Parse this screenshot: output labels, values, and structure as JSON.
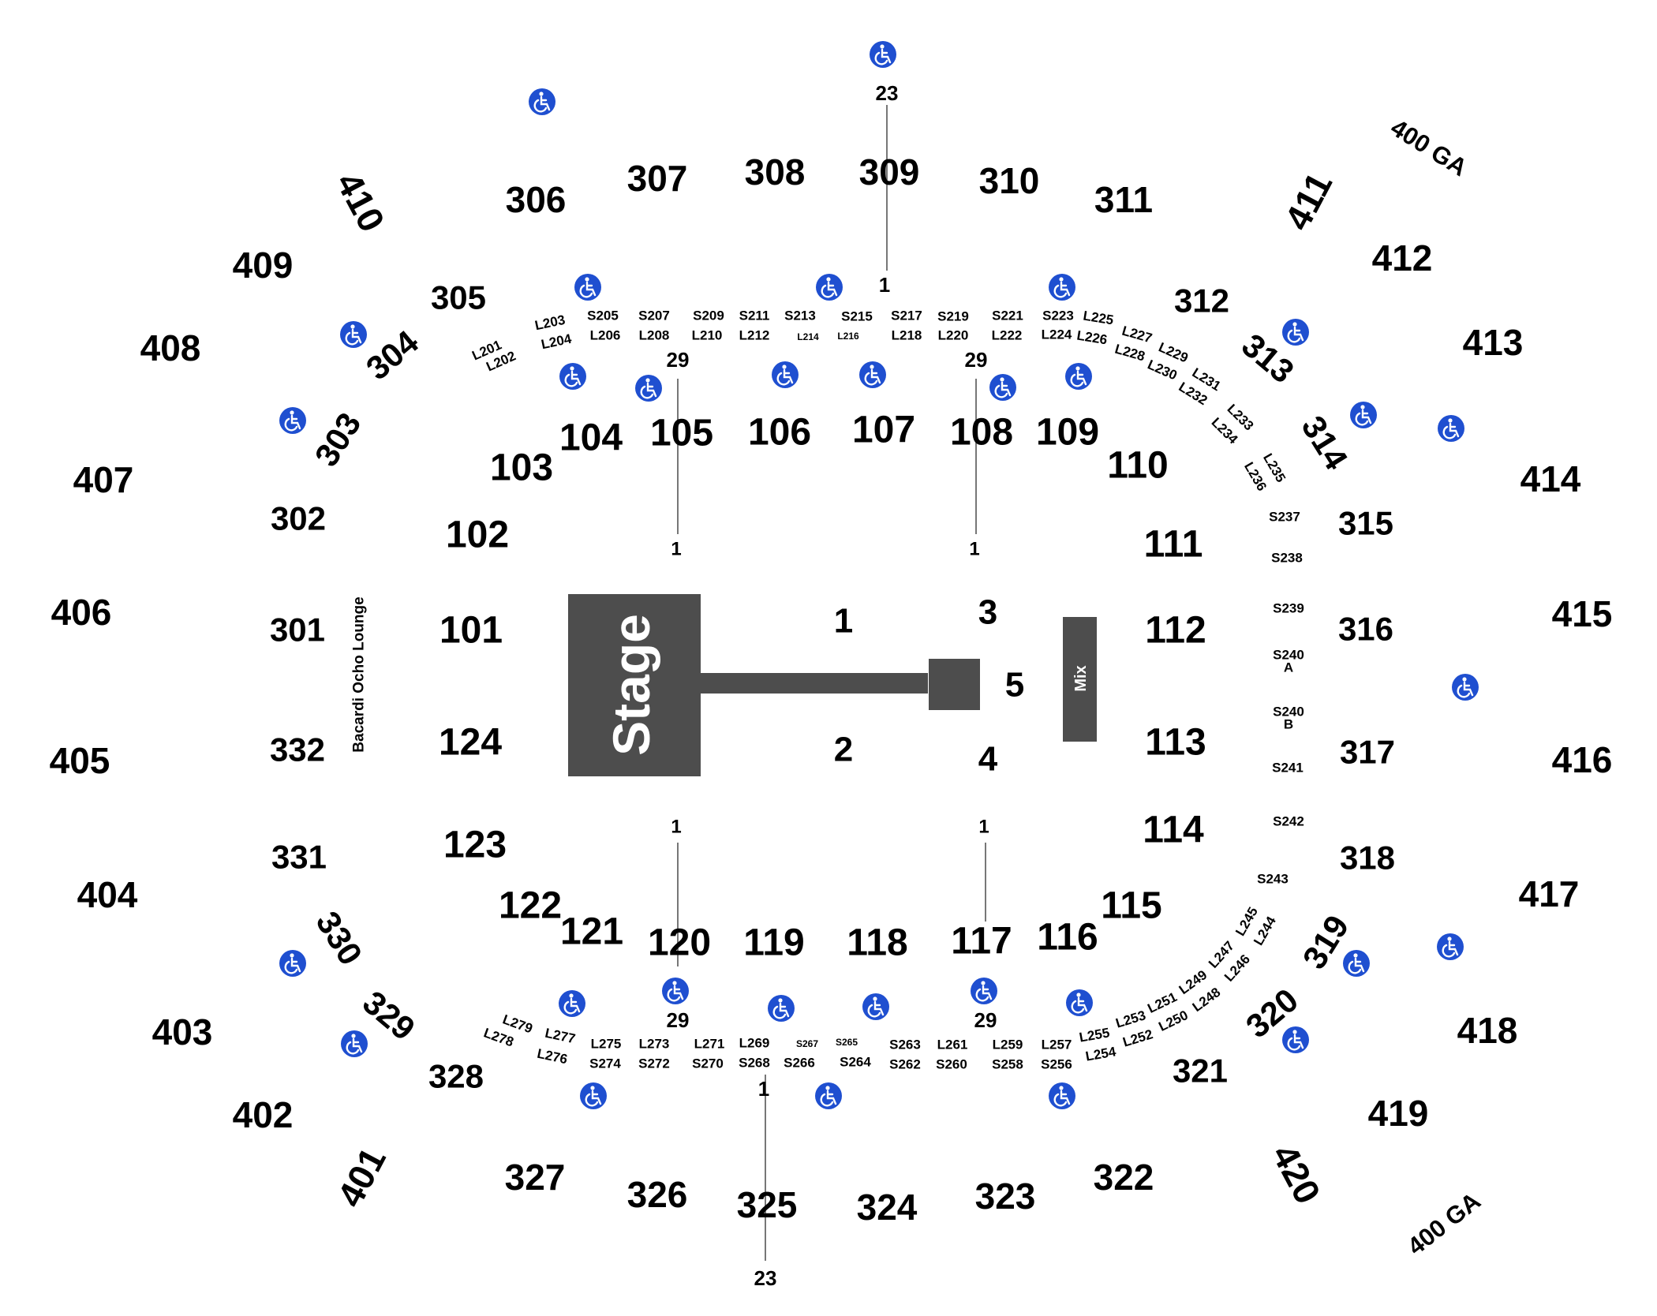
{
  "venue": {
    "stage_label": "Stage",
    "mix_label": "Mix",
    "lounge_label": "Bacardi Ocho Lounge",
    "ga_label": "400 GA"
  },
  "floor_sections": [
    "1",
    "2",
    "3",
    "4",
    "5"
  ],
  "sections_100": [
    "101",
    "102",
    "103",
    "104",
    "105",
    "106",
    "107",
    "108",
    "109",
    "110",
    "111",
    "112",
    "113",
    "114",
    "115",
    "116",
    "117",
    "118",
    "119",
    "120",
    "121",
    "122",
    "123",
    "124"
  ],
  "sections_300": [
    "301",
    "302",
    "303",
    "304",
    "305",
    "306",
    "307",
    "308",
    "309",
    "310",
    "311",
    "312",
    "313",
    "314",
    "315",
    "316",
    "317",
    "318",
    "319",
    "320",
    "321",
    "322",
    "323",
    "324",
    "325",
    "326",
    "327",
    "328",
    "329",
    "330",
    "331",
    "332"
  ],
  "sections_400": [
    "401",
    "402",
    "403",
    "404",
    "405",
    "406",
    "407",
    "408",
    "409",
    "410",
    "411",
    "412",
    "413",
    "414",
    "415",
    "416",
    "417",
    "418",
    "419",
    "420"
  ],
  "suites_loges_top": [
    "L201",
    "L202",
    "L203",
    "L204",
    "S205",
    "L206",
    "S207",
    "L208",
    "S209",
    "L210",
    "S211",
    "L212",
    "S213",
    "L214",
    "S215",
    "L216",
    "S217",
    "L218",
    "S219",
    "L220",
    "S221",
    "L222",
    "S223",
    "L224",
    "L225",
    "L226",
    "L227",
    "L228",
    "L229",
    "L230",
    "L231",
    "L232",
    "L233",
    "L234",
    "L235",
    "L236"
  ],
  "suites_right": [
    "S237",
    "S238",
    "S239",
    "S240",
    "A",
    "S240",
    "B",
    "S241",
    "S242",
    "S243"
  ],
  "suites_loges_bottom": [
    "L244",
    "L245",
    "L246",
    "L247",
    "L248",
    "L249",
    "L250",
    "L251",
    "L252",
    "L253",
    "L254",
    "L255",
    "S256",
    "L257",
    "S258",
    "L259",
    "S260",
    "L261",
    "S262",
    "S263",
    "S264",
    "S265",
    "S266",
    "S267",
    "S268",
    "L269",
    "S270",
    "L271",
    "S272",
    "L273",
    "S274",
    "L275",
    "L276",
    "L277",
    "L278",
    "L279"
  ],
  "row_labels": {
    "top_309": "23",
    "top_309_first": "1",
    "s105_last": "29",
    "s105_first": "1",
    "s108_last": "29",
    "s108_first": "1",
    "s120_first": "1",
    "s120_last": "29",
    "s117_first": "1",
    "s117_last": "29",
    "s325_first": "1",
    "s325_last": "23"
  },
  "icons": {
    "accessible": "wheelchair-accessible-icon",
    "accessible_color": "#1f4fd0",
    "count": 33
  },
  "colors": {
    "stage": "#4d4d4d",
    "mix": "#4d4d4d",
    "text": "#000000",
    "background": "#ffffff"
  }
}
